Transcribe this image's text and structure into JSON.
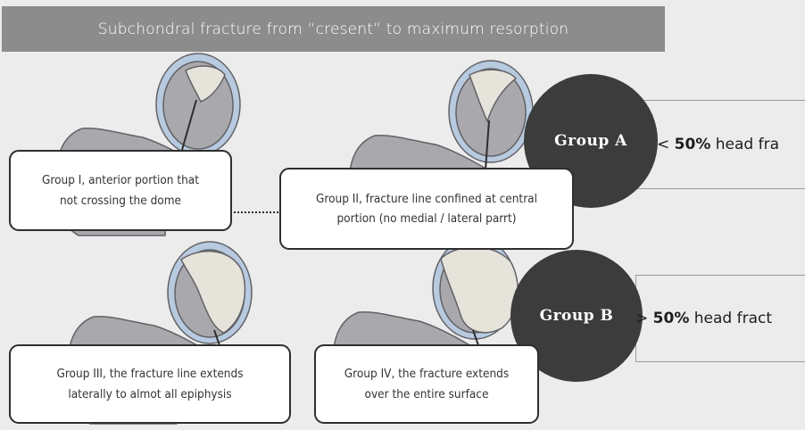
{
  "title": "Subchondral fracture from “cresent” to maximum resorption",
  "groups": [
    {
      "id": "I",
      "text": [
        "Group I, anterior portion that",
        "not crossing the dome"
      ]
    },
    {
      "id": "II",
      "text": [
        "Group II, fracture line confined at central",
        "portion (no medial / lateral parrt)"
      ]
    },
    {
      "id": "III",
      "text": [
        "Group III, the fracture line extends",
        "laterally to almot all epiphysis"
      ]
    },
    {
      "id": "IV",
      "text": [
        "Group IV, the fracture extends",
        "over the entire surface"
      ]
    }
  ],
  "classes": [
    {
      "label": "Group A",
      "prefix": "< ",
      "value": "50%",
      "suffix": " head fra"
    },
    {
      "label": "Group B",
      "prefix": "> ",
      "value": "50%",
      "suffix": " head fract"
    }
  ],
  "colors": {
    "bone": "#a9a9ad",
    "bone_stroke": "#626266",
    "cartilage": "#b7cadf",
    "fragment": "#e6e3da",
    "title_bg": "#8c8c8c",
    "circle": "#3c3c3c"
  }
}
